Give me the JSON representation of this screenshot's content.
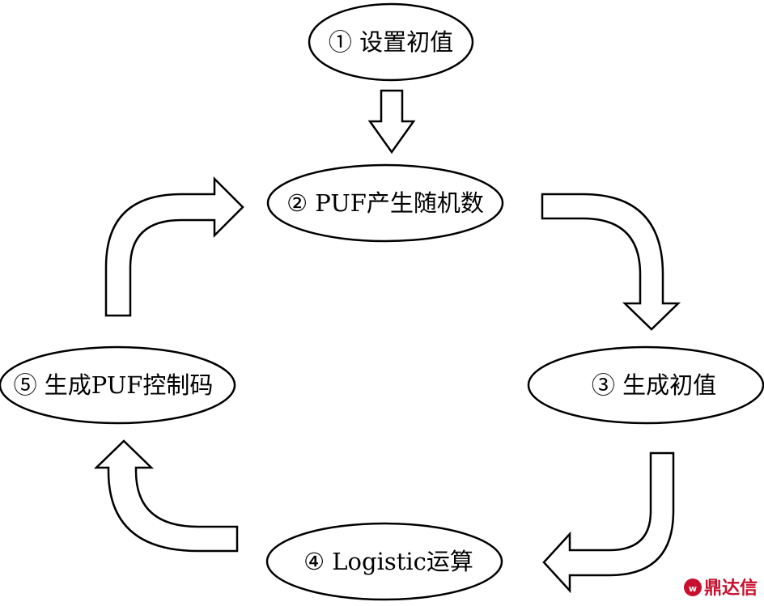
{
  "nodes": {
    "set_initial": {
      "label": "① 设置初值"
    },
    "puf_random": {
      "label": "② PUF产生随机数"
    },
    "gen_initial": {
      "label": "③ 生成初值"
    },
    "logistic": {
      "label": "④ Logistic运算"
    },
    "gen_control": {
      "label": "⑤ 生成PUF控制码"
    }
  },
  "watermark": {
    "text": "鼎达信"
  },
  "colors": {
    "stroke": "#000000",
    "fill": "#ffffff",
    "watermark": "#c8102e"
  }
}
